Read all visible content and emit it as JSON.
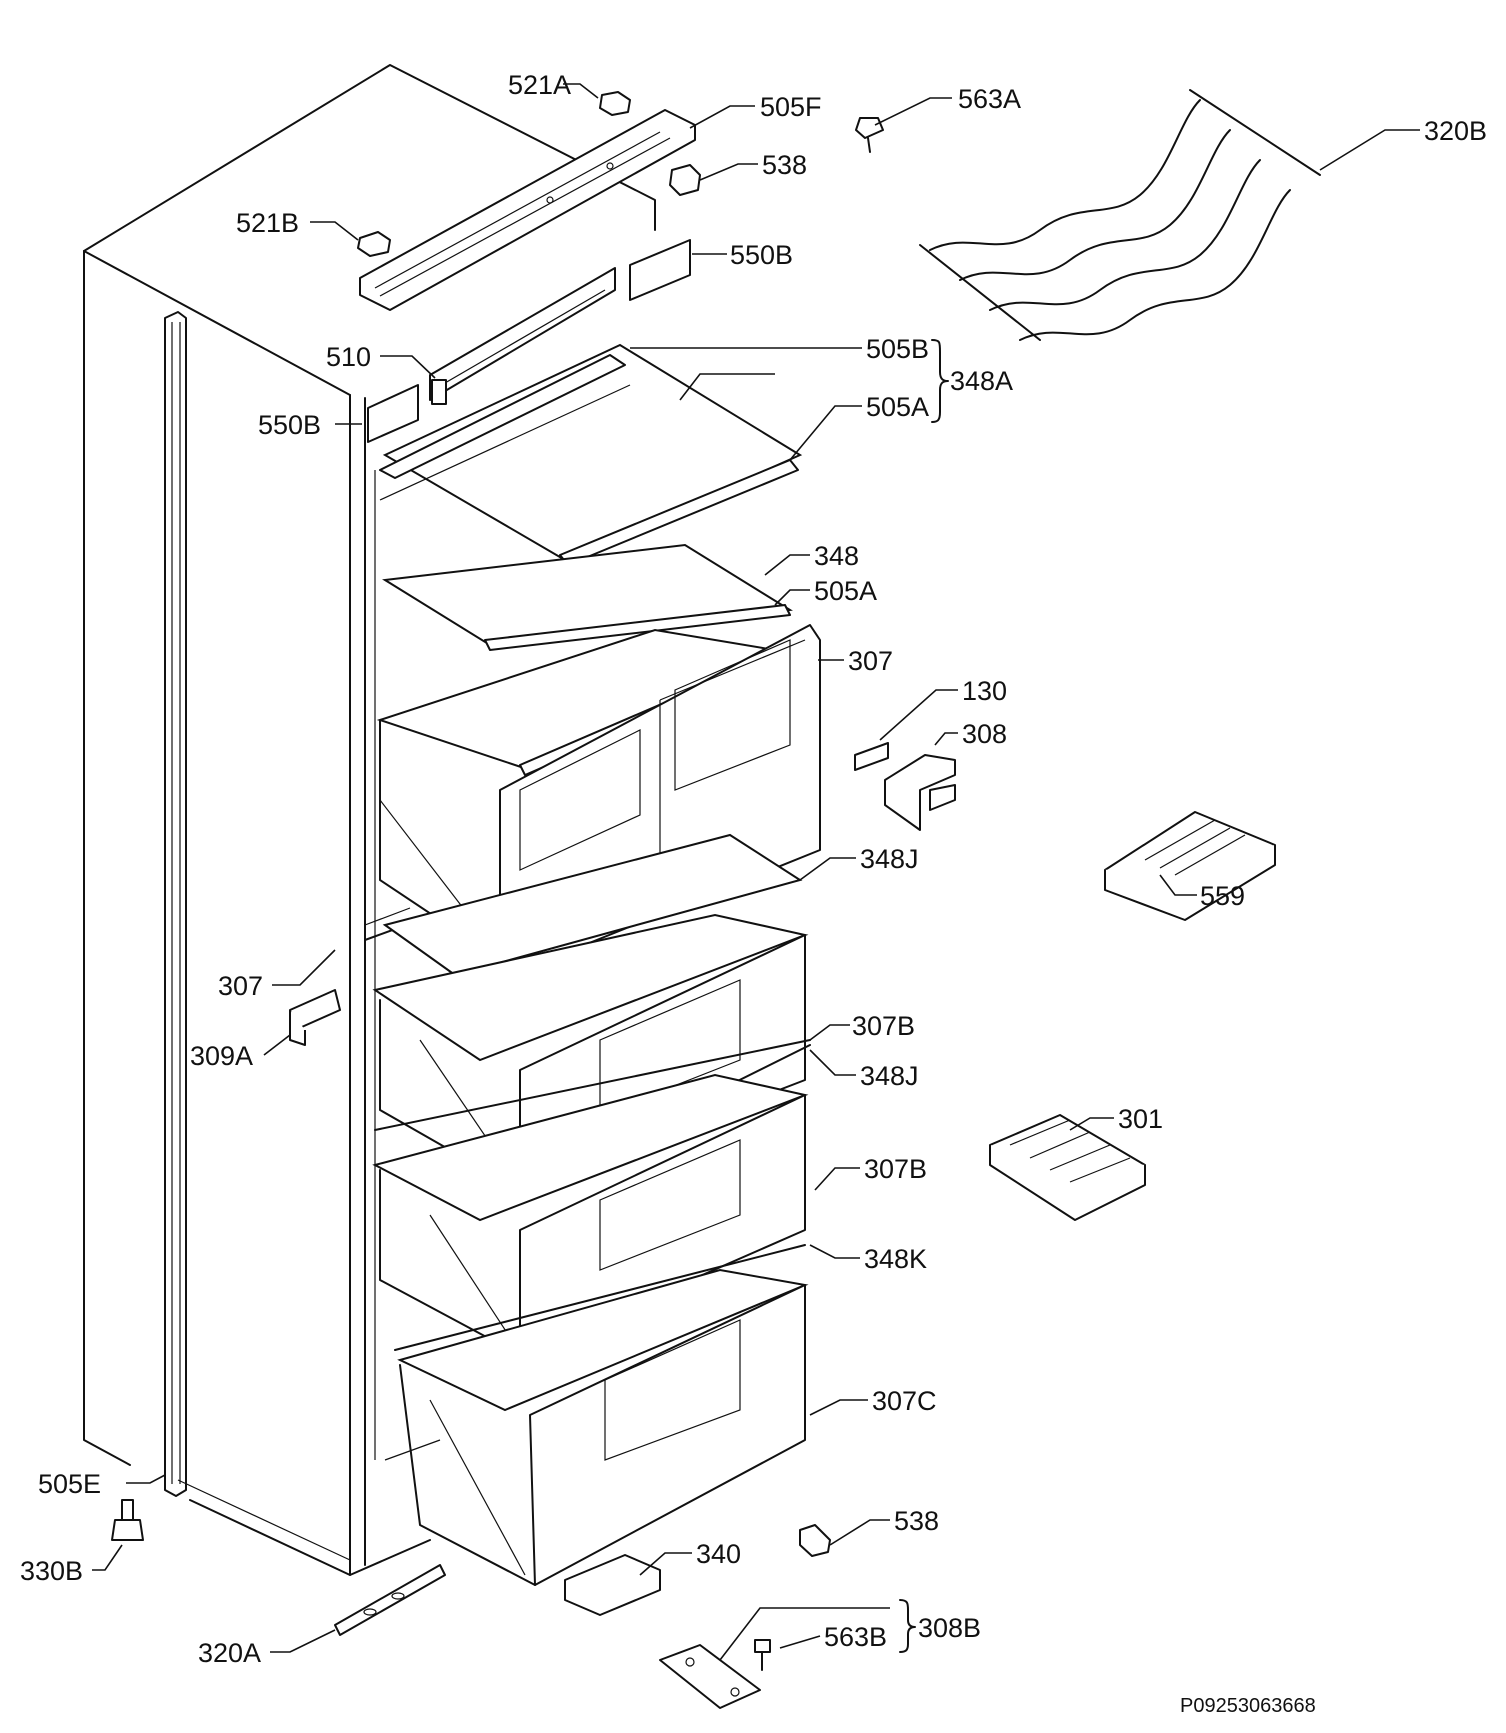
{
  "labels": {
    "l521a": "521A",
    "l505f": "505F",
    "l563a": "563A",
    "l320b": "320B",
    "l538a": "538",
    "l521b": "521B",
    "l550b_r": "550B",
    "l510": "510",
    "l505b": "505B",
    "l348a": "348A",
    "l550b_l": "550B",
    "l505a_1": "505A",
    "l348": "348",
    "l505a_2": "505A",
    "l307_r": "307",
    "l130": "130",
    "l308": "308",
    "l348j_1": "348J",
    "l559": "559",
    "l307_l": "307",
    "l307b_1": "307B",
    "l309a": "309A",
    "l348j_2": "348J",
    "l301": "301",
    "l307b_2": "307B",
    "l348k": "348K",
    "l307c": "307C",
    "l505e": "505E",
    "l538b": "538",
    "l330b": "330B",
    "l340": "340",
    "l308b": "308B",
    "l563b": "563B",
    "l320a": "320A"
  },
  "drawing_code": "P09253063668"
}
